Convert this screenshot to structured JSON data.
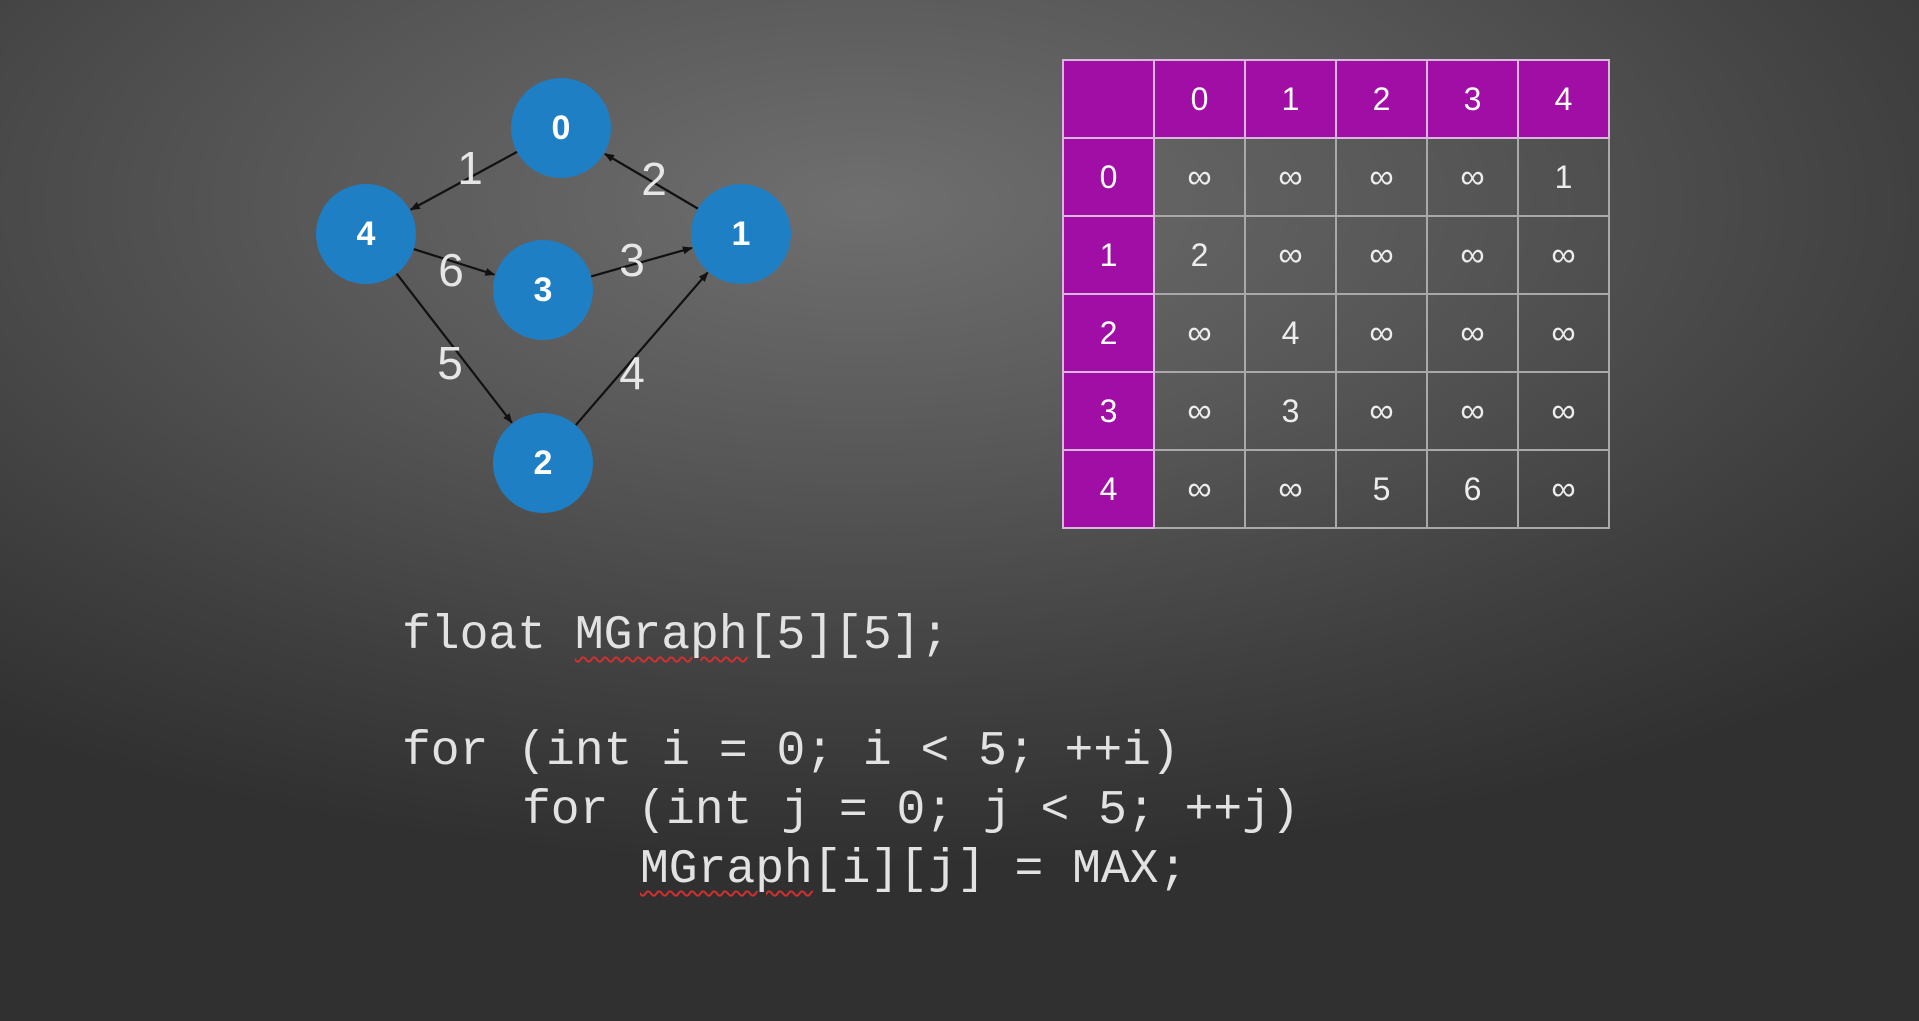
{
  "graph": {
    "nodes": [
      {
        "id": "0",
        "label": "0"
      },
      {
        "id": "1",
        "label": "1"
      },
      {
        "id": "2",
        "label": "2"
      },
      {
        "id": "3",
        "label": "3"
      },
      {
        "id": "4",
        "label": "4"
      }
    ],
    "edges": [
      {
        "from": "0",
        "to": "4",
        "weight": "1"
      },
      {
        "from": "1",
        "to": "0",
        "weight": "2"
      },
      {
        "from": "3",
        "to": "1",
        "weight": "3"
      },
      {
        "from": "2",
        "to": "1",
        "weight": "4"
      },
      {
        "from": "4",
        "to": "2",
        "weight": "5"
      },
      {
        "from": "4",
        "to": "3",
        "weight": "6"
      }
    ],
    "node_color": "#1f7fc4"
  },
  "matrix": {
    "corner": "",
    "col_headers": [
      "0",
      "1",
      "2",
      "3",
      "4"
    ],
    "rows": [
      {
        "header": "0",
        "cells": [
          "∞",
          "∞",
          "∞",
          "∞",
          "1"
        ]
      },
      {
        "header": "1",
        "cells": [
          "2",
          "∞",
          "∞",
          "∞",
          "∞"
        ]
      },
      {
        "header": "2",
        "cells": [
          "∞",
          "4",
          "∞",
          "∞",
          "∞"
        ]
      },
      {
        "header": "3",
        "cells": [
          "∞",
          "3",
          "∞",
          "∞",
          "∞"
        ]
      },
      {
        "header": "4",
        "cells": [
          "∞",
          "∞",
          "5",
          "6",
          "∞"
        ]
      }
    ],
    "header_color": "#a10ea6"
  },
  "code": {
    "line1_a": "float ",
    "line1_b": "MGraph",
    "line1_c": "[5][5];",
    "line2": "for (int i = 0; i < 5; ++i)",
    "line3": "for (int j = 0; j < 5; ++j)",
    "line4_a": "MGraph",
    "line4_b": "[i][j] = MAX;"
  }
}
